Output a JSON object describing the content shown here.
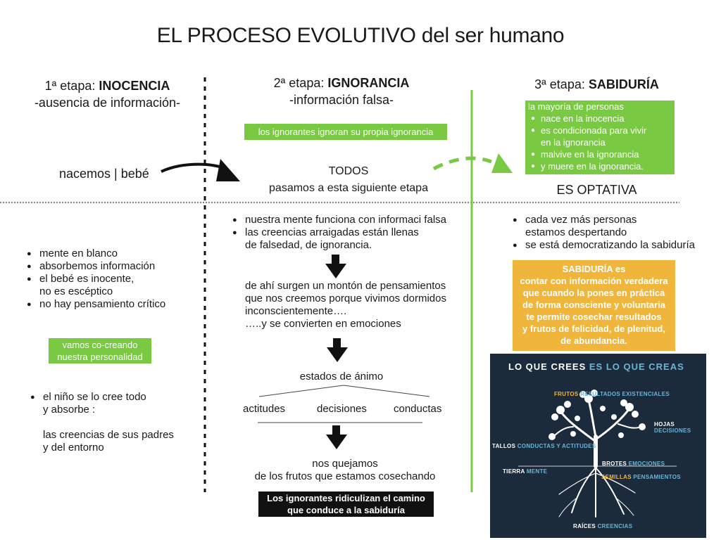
{
  "title": "EL PROCESO EVOLUTIVO del ser humano",
  "stages": [
    {
      "prefix": "1ª etapa: ",
      "name": "INOCENCIA",
      "subtitle": "-ausencia de información-"
    },
    {
      "prefix": "2ª etapa: ",
      "name": "IGNORANCIA",
      "subtitle": "-información falsa-"
    },
    {
      "prefix": "3ª etapa: ",
      "name": "SABIDURÍA"
    }
  ],
  "stage1": {
    "nacemos": "nacemos | bebé",
    "bullets": [
      "mente en blanco",
      "absorbemos información",
      "el bebé es inocente,\nno es escéptico",
      "no hay pensamiento crítico"
    ],
    "green_box": "vamos co-creando\nnuestra personalidad",
    "child_bullet": "el niño se lo cree todo\ny absorbe :",
    "child_note": "las creencias de sus padres\ny del entorno"
  },
  "stage2": {
    "green_box": "los ignorantes ignoran su propia ignorancia",
    "todos": "TODOS\npasamos a esta siguiente etapa",
    "bullets": [
      "nuestra mente funciona con informaci falsa",
      "las creencias arraigadas están llenas\nde falsedad, de ignorancia."
    ],
    "consequence": "de ahí surgen un montón de pensamientos\nque nos creemos porque vivimos dormidos\ninconscientemente….\n…..y se convierten en emociones",
    "estados": "estados de ánimo",
    "branches": [
      "actitudes",
      "decisiones",
      "conductas"
    ],
    "quejamos": "nos quejamos\nde los frutos que estamos cosechando",
    "black_box": "Los ignorantes ridiculizan el camino\nque conduce a la sabiduría"
  },
  "stage3": {
    "green_box_title": "la mayoría de personas",
    "green_box_items": [
      "nace en la inocencia",
      "es condicionada para vivir\nen la ignorancia",
      "malvive en la ignorancia",
      "y muere en la ignorancia."
    ],
    "optativa": "ES OPTATIVA",
    "bullets": [
      "cada vez más personas\nestamos despertando",
      "se está democratizando la sabiduría"
    ],
    "orange_box_title": "SABIDURÍA es",
    "orange_box_body": "contar con información verdadera\nque cuando la pones en práctica\nde forma consciente y voluntaria\nte permite cosechar resultados\ny frutos de felicidad, de plenitud,\nde abundancia."
  },
  "poster": {
    "title_a": "LO QUE CREES",
    "title_b": "ES LO QUE CREAS",
    "frutos_a": "FRUTOS",
    "frutos_b": "RESULTADOS EXISTENCIALES",
    "hojas_a": "HOJAS",
    "hojas_b": "DECISIONES",
    "tallos_a": "TALLOS",
    "tallos_b": "CONDUCTAS Y ACTITUDES",
    "brotes_a": "BROTES",
    "brotes_b": "EMOCIONES",
    "tierra_a": "TIERRA",
    "tierra_b": "MENTE",
    "semillas_a": "SEMILLAS",
    "semillas_b": "PENSAMIENTOS",
    "raices_a": "RAÍCES",
    "raices_b": "CREENCIAS"
  },
  "colors": {
    "green": "#7ac943",
    "orange": "#f0b63c",
    "navy": "#1c2b3c",
    "black": "#111111"
  }
}
